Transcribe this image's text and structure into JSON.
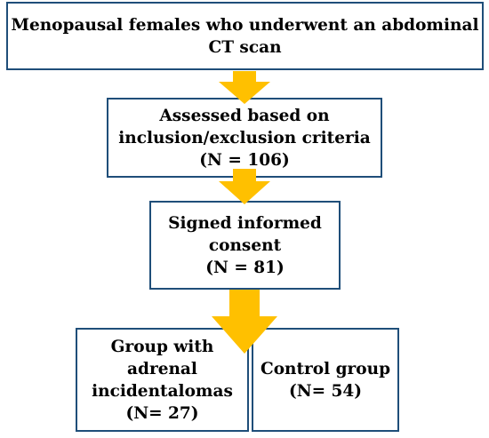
{
  "colors": {
    "box_border": "#1f4e79",
    "arrow": "#ffc000"
  },
  "flow": {
    "box1": {
      "line1": "Menopausal females who underwent an abdominal",
      "line2": "CT scan"
    },
    "box2": {
      "line1": "Assessed based on",
      "line2": "inclusion/exclusion criteria",
      "count": "(N = 106)"
    },
    "box3": {
      "line1": "Signed informed",
      "line2": "consent",
      "count": "(N = 81)"
    },
    "box4": {
      "line1": "Group with",
      "line2": "adrenal",
      "line3": "incidentalomas",
      "count": "(N= 27)"
    },
    "box5": {
      "line1": "Control group",
      "count": "(N= 54)"
    }
  }
}
